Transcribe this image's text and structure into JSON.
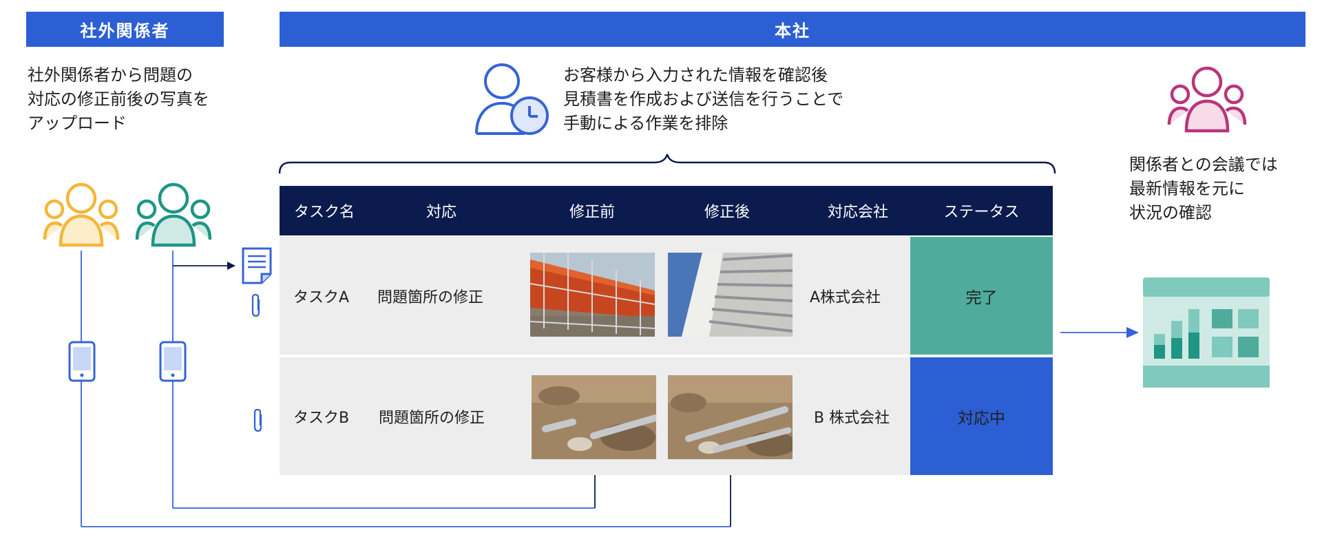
{
  "left_header": "社外関係者",
  "main_header": "本社",
  "left_text": "社外関係者から問題の\n対応の修正前後の写真を\nアップロード",
  "center_text": "お客様から入力された情報を確認後\n見積書を作成および送信を行うことで\n手動による作業を排除",
  "right_text": "関係者との会議では\n最新情報を元に\n状況の確認",
  "table": {
    "headers": [
      "タスク名",
      "対応",
      "修正前",
      "修正後",
      "対応会社",
      "ステータス"
    ],
    "rows": [
      {
        "task": "タスクA",
        "action": "問題箇所の修正",
        "company": "A株式会社",
        "status": "完了",
        "status_color": "#4fac9c"
      },
      {
        "task": "タスクB",
        "action": "問題箇所の修正",
        "company": "B 株式会社",
        "status": "対応中",
        "status_color": "#2c5fd4"
      }
    ]
  },
  "colors": {
    "header_blue": "#2c5fd4",
    "table_header": "#0c1b4d",
    "row_bg": "#ededed",
    "person_yellow": "#f4b63a",
    "person_green": "#1e9585",
    "person_pink": "#b8367a",
    "icon_blue": "#3563d8"
  }
}
